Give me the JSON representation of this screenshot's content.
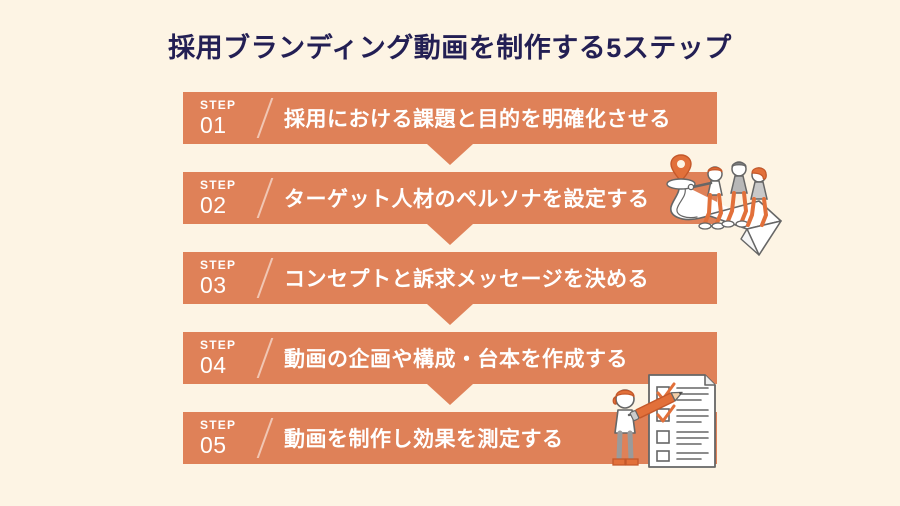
{
  "page": {
    "title": "採用ブランディング動画を制作する5ステップ",
    "background_color": "#fdf4e4",
    "title_color": "#231f54",
    "bar_color": "#df8158",
    "bar_text_color": "#ffffff",
    "illustration_accent_color": "#e2703a",
    "illustration_line_color": "#6b6b6b"
  },
  "steps": [
    {
      "step_word": "STEP",
      "number": "01",
      "text": "採用における課題と目的を明確化させる",
      "has_connector": true
    },
    {
      "step_word": "STEP",
      "number": "02",
      "text": "ターゲット人材のペルソナを設定する",
      "has_connector": true
    },
    {
      "step_word": "STEP",
      "number": "03",
      "text": "コンセプトと訴求メッセージを決める",
      "has_connector": true
    },
    {
      "step_word": "STEP",
      "number": "04",
      "text": "動画の企画や構成・台本を作成する",
      "has_connector": true
    },
    {
      "step_word": "STEP",
      "number": "05",
      "text": "動画を制作し効果を測定する",
      "has_connector": false
    }
  ],
  "illustrations": [
    {
      "name": "people-on-paper-plane-illustration",
      "description": "三人が紙飛行機に乗り、地図ピンに向かって進むイラスト"
    },
    {
      "name": "person-checklist-illustration",
      "description": "大きな鉛筆を持った人物がチェックリストに印をつけるイラスト"
    }
  ]
}
